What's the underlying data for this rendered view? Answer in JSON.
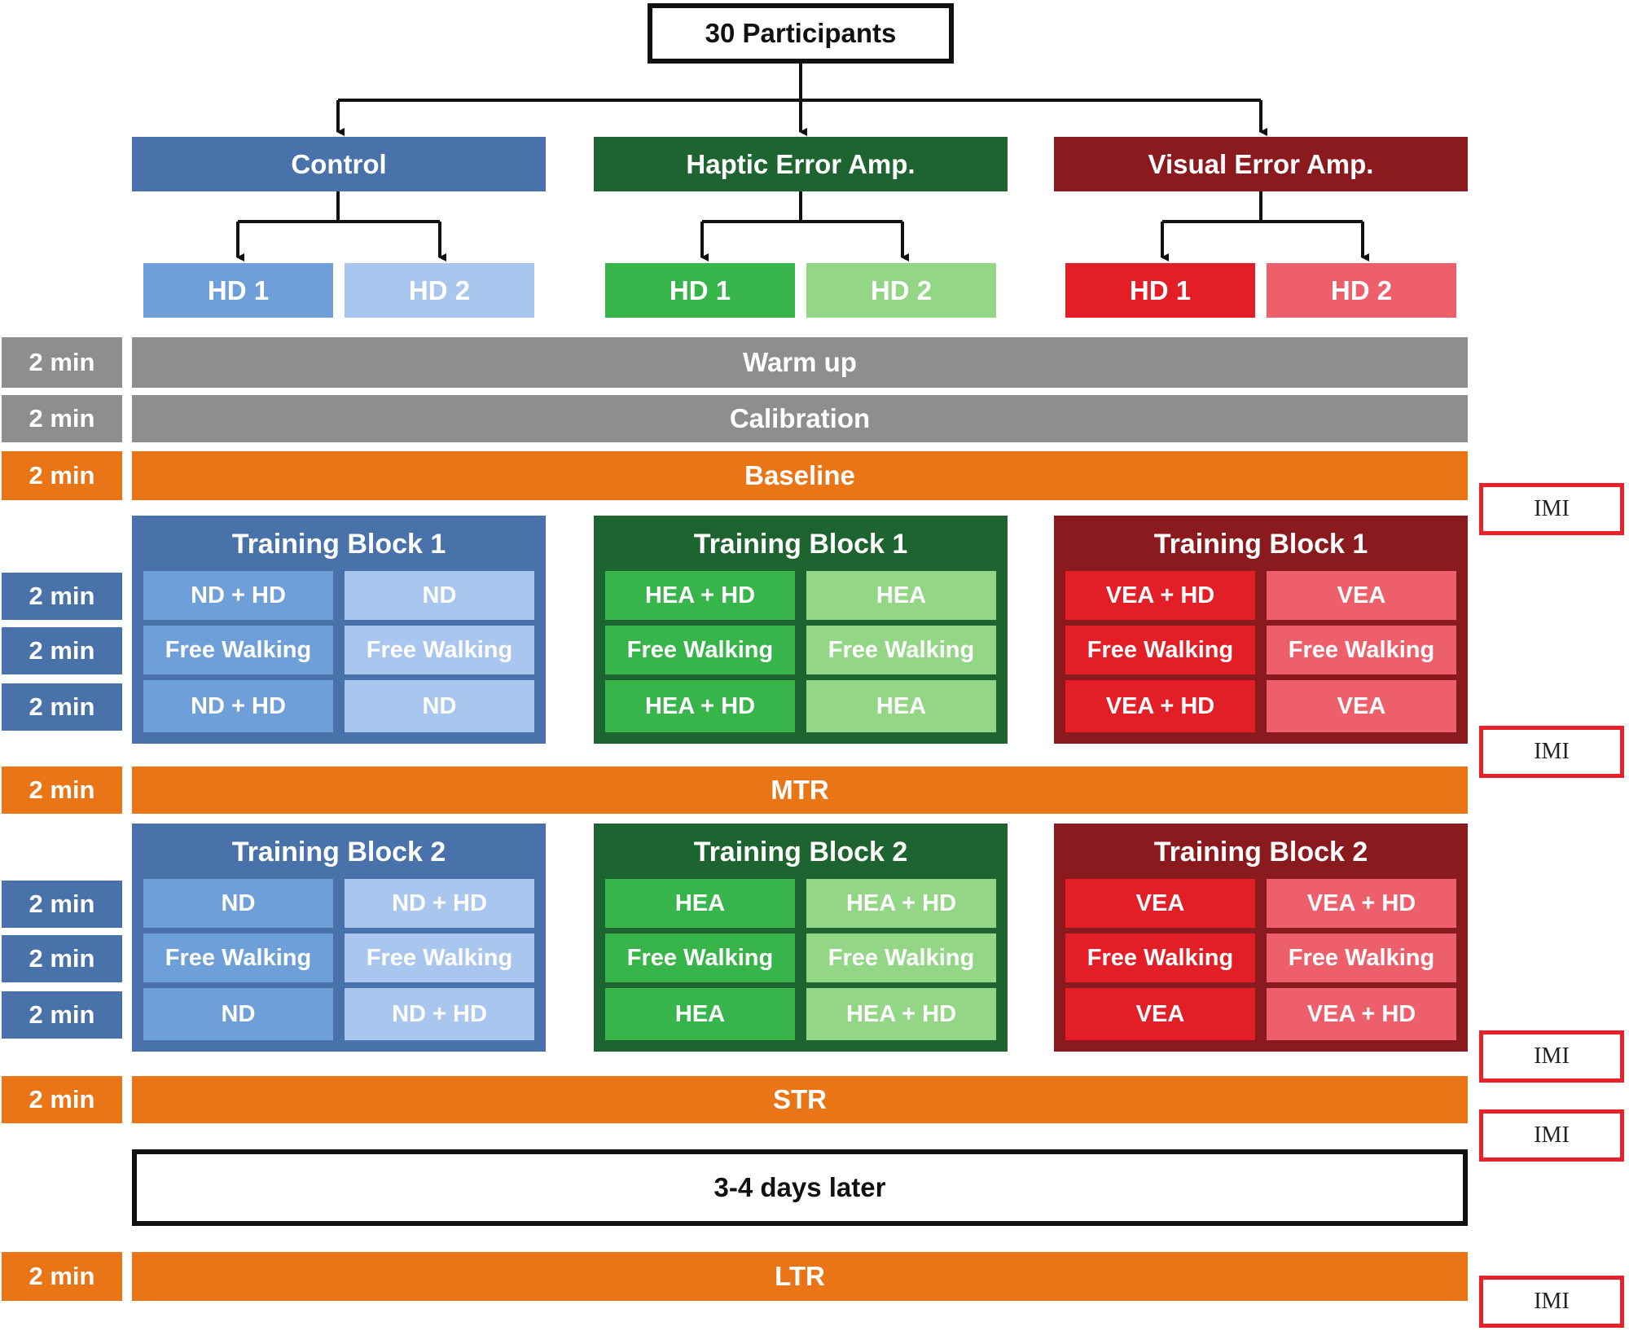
{
  "top": {
    "participants": "30 Participants"
  },
  "colors": {
    "control_dark": "#4a72aa",
    "control_hd1": "#6f9fd8",
    "control_hd2": "#a9c7ee",
    "haptic_dark": "#1e6430",
    "haptic_hd1": "#38b54a",
    "haptic_hd2": "#93d685",
    "visual_dark": "#8b1a1f",
    "visual_hd1": "#e31e26",
    "visual_hd2": "#ec5f6b",
    "gray": "#8e8e8e",
    "orange": "#e97516",
    "imi_border": "#e8212b"
  },
  "groups": [
    {
      "name": "Control",
      "hd1": "HD 1",
      "hd2": "HD 2",
      "block1": {
        "title": "Training Block 1",
        "hd1": [
          "ND + HD",
          "Free Walking",
          "ND + HD"
        ],
        "hd2": [
          "ND",
          "Free Walking",
          "ND"
        ]
      },
      "block2": {
        "title": "Training Block 2",
        "hd1": [
          "ND",
          "Free Walking",
          "ND"
        ],
        "hd2": [
          "ND + HD",
          "Free Walking",
          "ND + HD"
        ]
      }
    },
    {
      "name": "Haptic Error Amp.",
      "hd1": "HD 1",
      "hd2": "HD 2",
      "block1": {
        "title": "Training Block 1",
        "hd1": [
          "HEA + HD",
          "Free Walking",
          "HEA + HD"
        ],
        "hd2": [
          "HEA",
          "Free Walking",
          "HEA"
        ]
      },
      "block2": {
        "title": "Training Block 2",
        "hd1": [
          "HEA",
          "Free Walking",
          "HEA"
        ],
        "hd2": [
          "HEA + HD",
          "Free Walking",
          "HEA + HD"
        ]
      }
    },
    {
      "name": "Visual Error Amp.",
      "hd1": "HD 1",
      "hd2": "HD 2",
      "block1": {
        "title": "Training Block 1",
        "hd1": [
          "VEA + HD",
          "Free Walking",
          "VEA + HD"
        ],
        "hd2": [
          "VEA",
          "Free Walking",
          "VEA"
        ]
      },
      "block2": {
        "title": "Training Block 2",
        "hd1": [
          "VEA",
          "Free Walking",
          "VEA"
        ],
        "hd2": [
          "VEA + HD",
          "Free Walking",
          "VEA + HD"
        ]
      }
    }
  ],
  "phases": {
    "warmup": "Warm up",
    "calibration": "Calibration",
    "baseline": "Baseline",
    "mtr": "MTR",
    "str": "STR",
    "gap": "3-4 days later",
    "ltr": "LTR"
  },
  "duration": "2 min",
  "imi": "IMI"
}
